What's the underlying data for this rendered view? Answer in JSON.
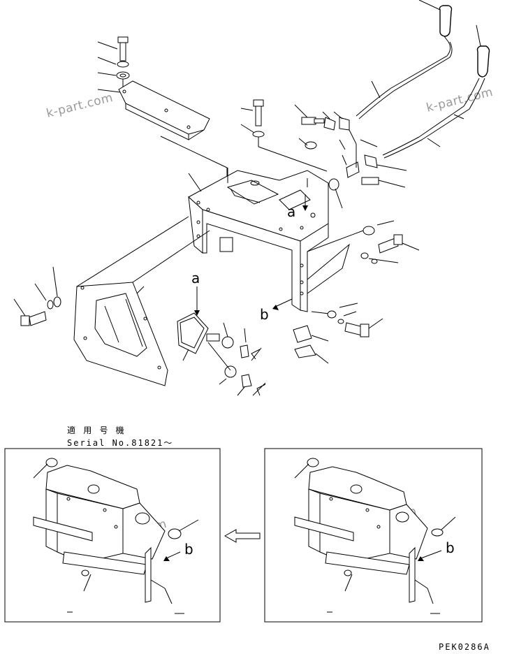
{
  "diagram": {
    "watermark": "k-part.com",
    "callouts": {
      "a": "a",
      "b": "b"
    },
    "caption": {
      "line1": "適 用 号 機",
      "line2": "Serial No.81821～"
    },
    "drawing_code": "PEK0286A"
  }
}
